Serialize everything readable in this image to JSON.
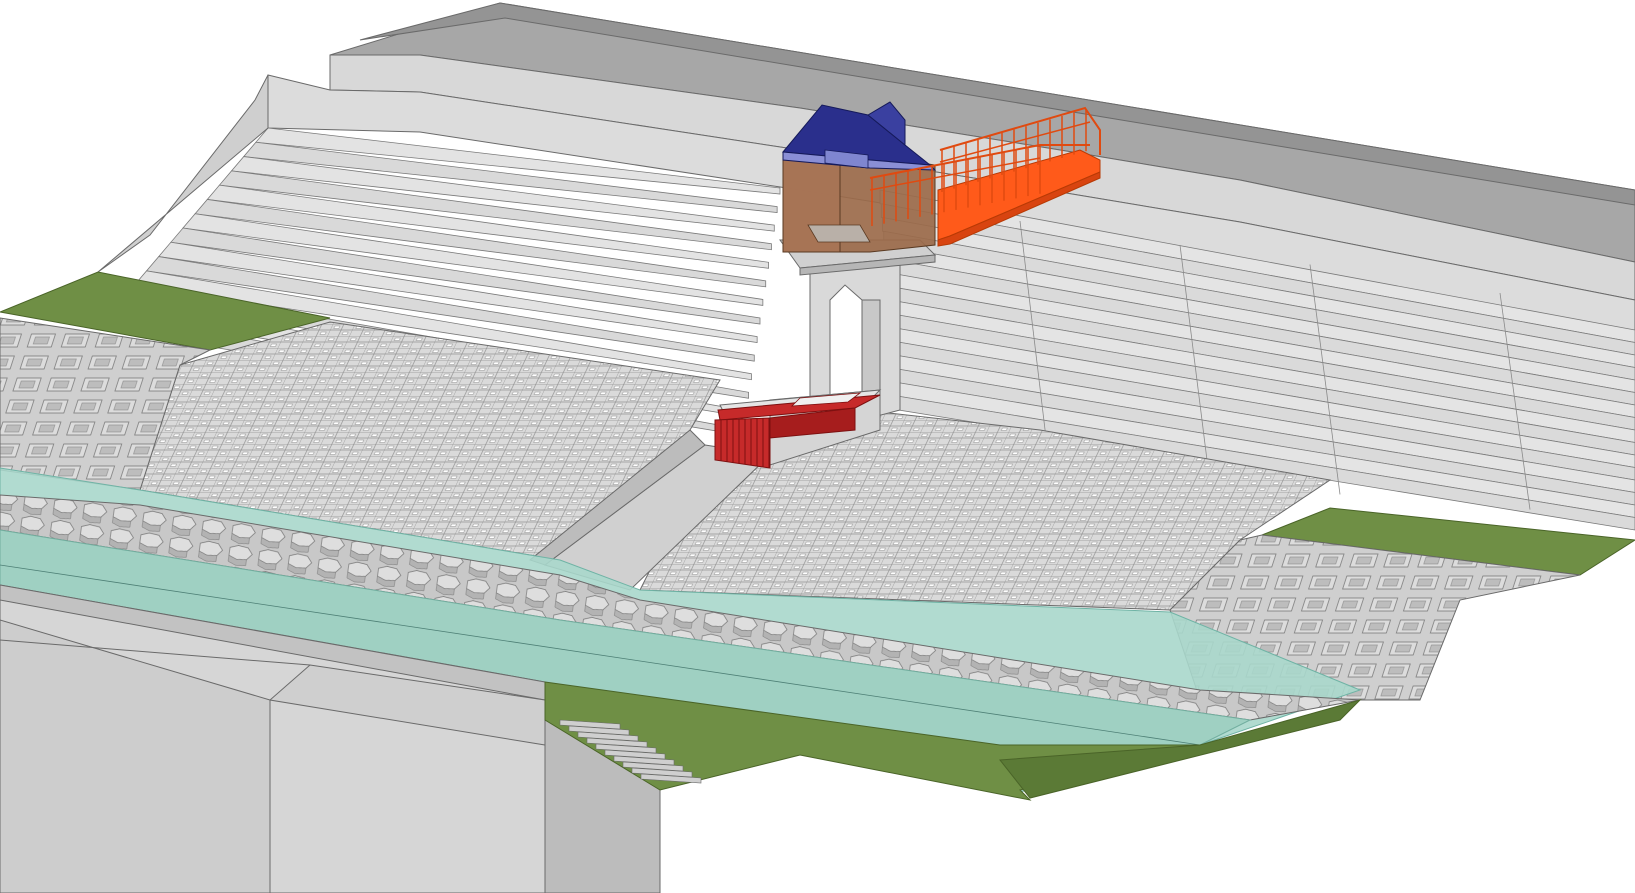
{
  "colors": {
    "background": "#ffffff",
    "concrete": "#d3d3d3",
    "concrete_light": "#dedede",
    "concrete_dark": "#bdbdbd",
    "concrete_top": "#a8a8a8",
    "edge": "#6a6a6a",
    "grass": "#6f8f45",
    "grass_dark": "#5b7a36",
    "water": "#a8d7cb",
    "water_line": "#7fbcb0",
    "gate_red": "#c62a2a",
    "gate_red_dark": "#8e1616",
    "house_wall": "#9b6a4a",
    "house_roof": "#2a2f8c",
    "house_roof_light": "#8a8fd6",
    "bridge_orange": "#ff5a1a",
    "bridge_rail": "#e04a10"
  },
  "components": [
    {
      "name": "outer-embankment",
      "icon": "embankment-icon"
    },
    {
      "name": "stepped-spillway-left",
      "icon": "stairs-icon"
    },
    {
      "name": "stepped-spillway-right",
      "icon": "stairs-icon"
    },
    {
      "name": "gate-tower",
      "icon": "tower-icon"
    },
    {
      "name": "operator-house",
      "icon": "house-icon"
    },
    {
      "name": "access-bridge",
      "icon": "bridge-icon"
    },
    {
      "name": "sluice-gate",
      "icon": "gate-icon"
    },
    {
      "name": "armour-block-apron",
      "icon": "blocks-icon"
    },
    {
      "name": "river-channel",
      "icon": "water-icon"
    },
    {
      "name": "grass-banks",
      "icon": "grass-icon"
    }
  ]
}
